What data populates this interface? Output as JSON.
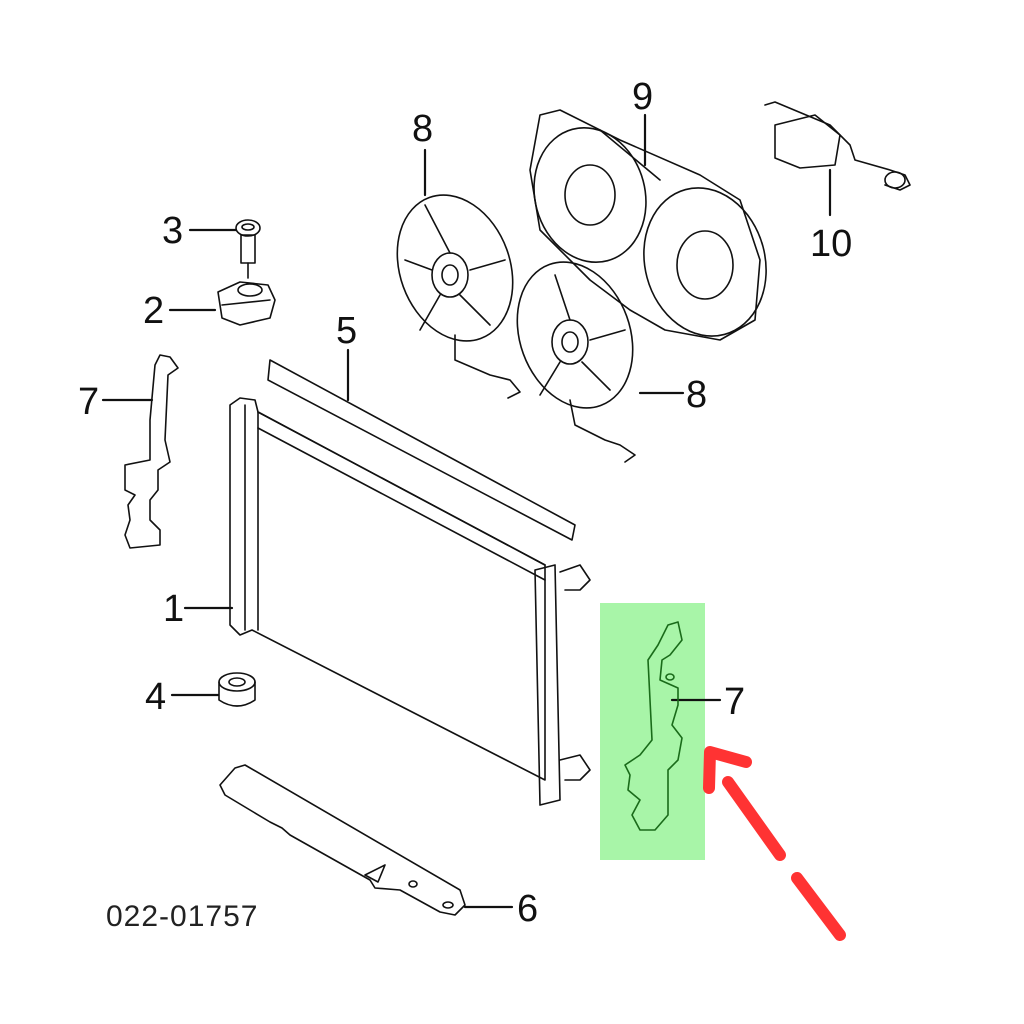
{
  "diagram": {
    "type": "exploded parts diagram",
    "subject": "Radiator and cooling fan assembly",
    "reference_code": "022-01757",
    "callouts": [
      {
        "number": "1",
        "part": "radiator"
      },
      {
        "number": "2",
        "part": "upper mount bracket"
      },
      {
        "number": "3",
        "part": "mount pin / bolt"
      },
      {
        "number": "4",
        "part": "lower rubber insulator"
      },
      {
        "number": "5",
        "part": "upper seal strip"
      },
      {
        "number": "6",
        "part": "lower air deflector"
      },
      {
        "number": "7",
        "part": "side air deflector (left)"
      },
      {
        "number": "7",
        "part": "side air deflector (right, highlighted)"
      },
      {
        "number": "8",
        "part": "fan blade (left)"
      },
      {
        "number": "8",
        "part": "fan blade (right)"
      },
      {
        "number": "9",
        "part": "fan shroud with motors"
      },
      {
        "number": "10",
        "part": "fan control module"
      }
    ],
    "highlight": {
      "target_callout": "7",
      "color": "#a8f5a8"
    },
    "arrow": {
      "color": "#ff3333",
      "style": "dashed",
      "points_to": "highlighted part 7"
    }
  },
  "labels": {
    "c1": "1",
    "c2": "2",
    "c3": "3",
    "c4": "4",
    "c5": "5",
    "c6": "6",
    "c7a": "7",
    "c7b": "7",
    "c8a": "8",
    "c8b": "8",
    "c9": "9",
    "c10": "10"
  }
}
